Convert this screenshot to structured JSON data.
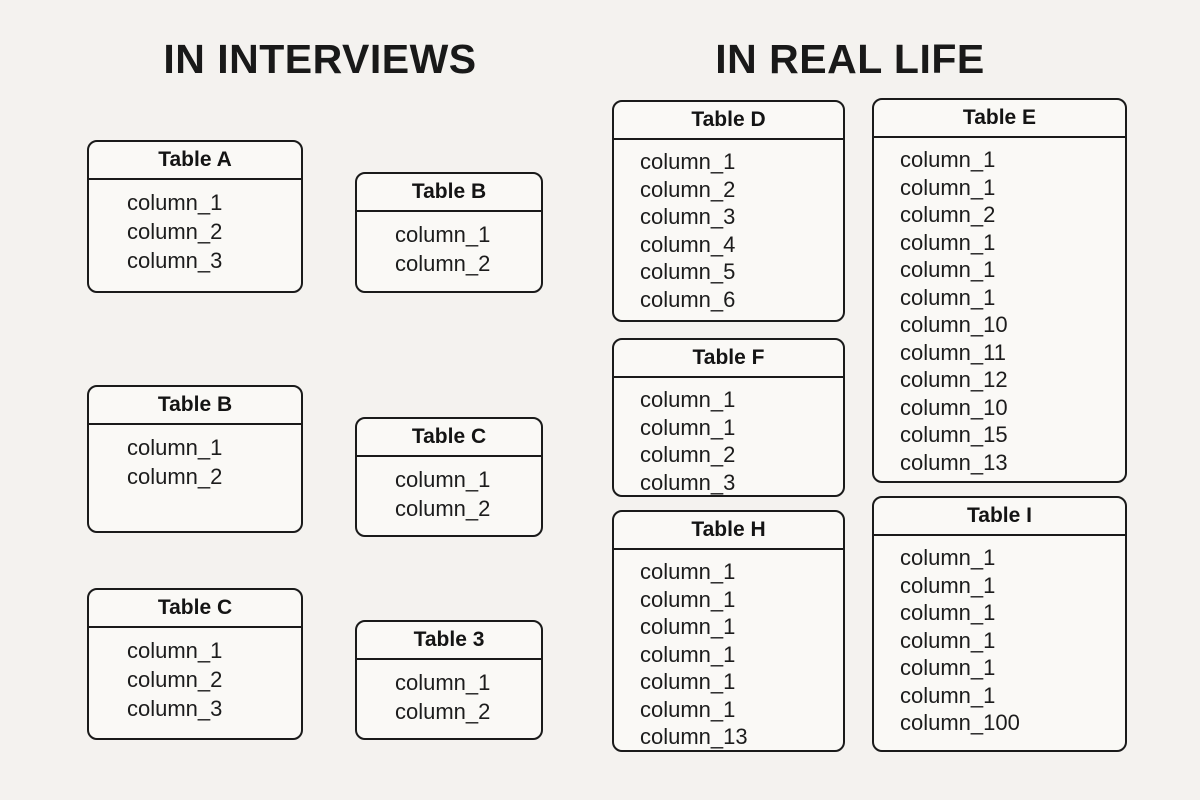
{
  "page": {
    "background_color": "#f4f2ef",
    "box_fill_color": "#faf9f6",
    "border_color": "#1a1a1a",
    "text_color": "#161616"
  },
  "sections": [
    {
      "title": "IN INTERVIEWS",
      "tables": [
        {
          "name": "Table A",
          "columns": [
            "column_1",
            "column_2",
            "column_3"
          ]
        },
        {
          "name": "Table B",
          "columns": [
            "column_1",
            "column_2"
          ]
        },
        {
          "name": "Table B",
          "columns": [
            "column_1",
            "column_2"
          ]
        },
        {
          "name": "Table C",
          "columns": [
            "column_1",
            "column_2"
          ]
        },
        {
          "name": "Table C",
          "columns": [
            "column_1",
            "column_2",
            "column_3"
          ]
        },
        {
          "name": "Table 3",
          "columns": [
            "column_1",
            "column_2"
          ]
        }
      ]
    },
    {
      "title": "IN REAL LIFE",
      "tables": [
        {
          "name": "Table D",
          "columns": [
            "column_1",
            "column_2",
            "column_3",
            "column_4",
            "column_5",
            "column_6"
          ]
        },
        {
          "name": "Table E",
          "columns": [
            "column_1",
            "column_1",
            "column_2",
            "column_1",
            "column_1",
            "column_1",
            "column_10",
            "column_11",
            "column_12",
            "column_10",
            "column_15",
            "column_13"
          ]
        },
        {
          "name": "Table F",
          "columns": [
            "column_1",
            "column_1",
            "column_2",
            "column_3"
          ]
        },
        {
          "name": "Table H",
          "columns": [
            "column_1",
            "column_1",
            "column_1",
            "column_1",
            "column_1",
            "column_1",
            "column_13"
          ]
        },
        {
          "name": "Table I",
          "columns": [
            "column_1",
            "column_1",
            "column_1",
            "column_1",
            "column_1",
            "column_1",
            "column_100"
          ]
        }
      ]
    }
  ]
}
